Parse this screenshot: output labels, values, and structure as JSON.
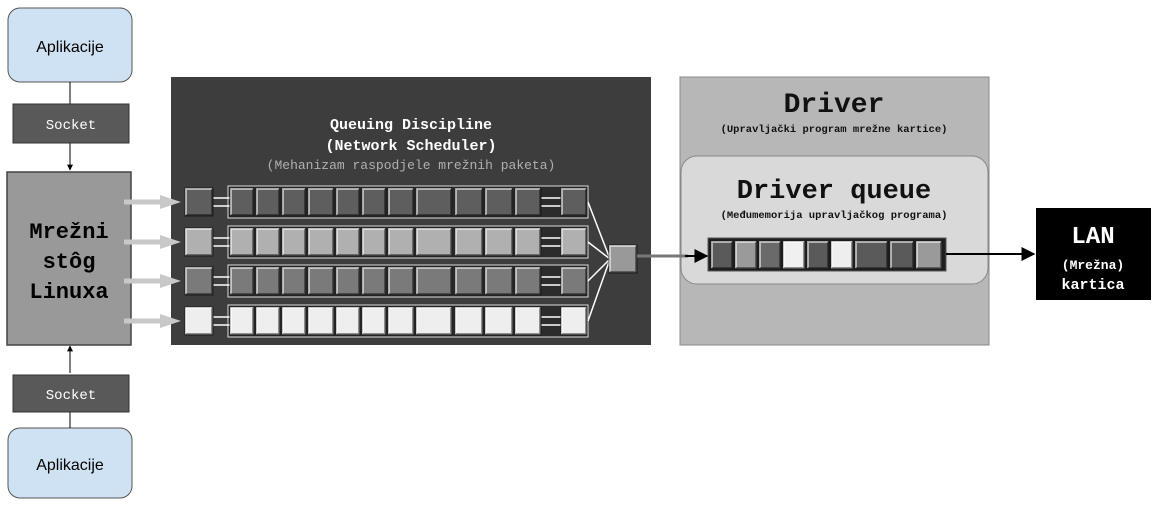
{
  "app_top": {
    "label": "Aplikacije"
  },
  "app_bottom": {
    "label": "Aplikacije"
  },
  "socket_top": {
    "label": "Socket"
  },
  "socket_bottom": {
    "label": "Socket"
  },
  "stack": {
    "line1": "Mrežni",
    "line2": "stôg",
    "line3": "Linuxa"
  },
  "qdisc": {
    "title1": "Queuing Discipline",
    "title2": "(Network Scheduler)",
    "subtitle": "(Mehanizam raspodjele mrežnih paketa)",
    "rows": [
      {
        "shade": "dark",
        "color": "#5e5e5e"
      },
      {
        "shade": "light-gray",
        "color": "#b0b0b0"
      },
      {
        "shade": "mid-gray",
        "color": "#7a7a7a"
      },
      {
        "shade": "white",
        "color": "#eeeeee"
      }
    ]
  },
  "driver": {
    "title": "Driver",
    "subtitle": "(Upravljački program mrežne kartice)",
    "queue_title": "Driver queue",
    "queue_subtitle": "(Međumemorija upravljačkog programa)",
    "packets": [
      "#5a5a5a",
      "#9a9a9a",
      "#6a6a6a",
      "#f0f0f0",
      "#5a5a5a",
      "#eeeeee",
      "#5a5a5a",
      "#5a5a5a",
      "#9a9a9a",
      "#5a5a5a"
    ]
  },
  "lan": {
    "title": "LAN",
    "line2": "(Mrežna)",
    "line3": "kartica"
  },
  "colors": {
    "app_fill": "#cfe2f3",
    "socket_fill": "#595959",
    "stack_fill": "#999999",
    "qdisc_bg": "#3d3d3d",
    "driver_bg": "#b7b7b7",
    "queue_bg": "#d9d9d9",
    "lan_bg": "#000000"
  }
}
